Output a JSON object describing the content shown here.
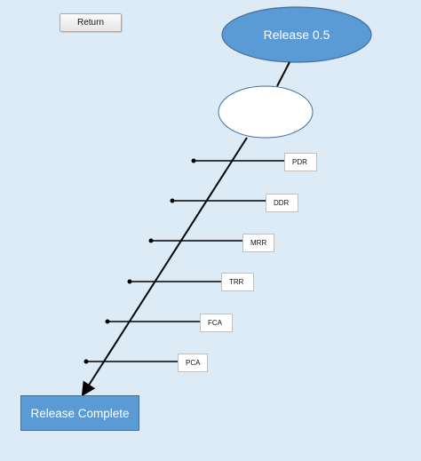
{
  "toolbar": {
    "return_label": "Return"
  },
  "diagram": {
    "start_node": "Release 0.5",
    "end_node": "Release Complete",
    "milestones": [
      "PDR",
      "DDR",
      "MRR",
      "TRR",
      "FCA",
      "PCA"
    ]
  },
  "colors": {
    "background": "#ddebf7",
    "node_fill": "#5b9bd5",
    "node_border": "#41719c",
    "line": "#000000"
  }
}
